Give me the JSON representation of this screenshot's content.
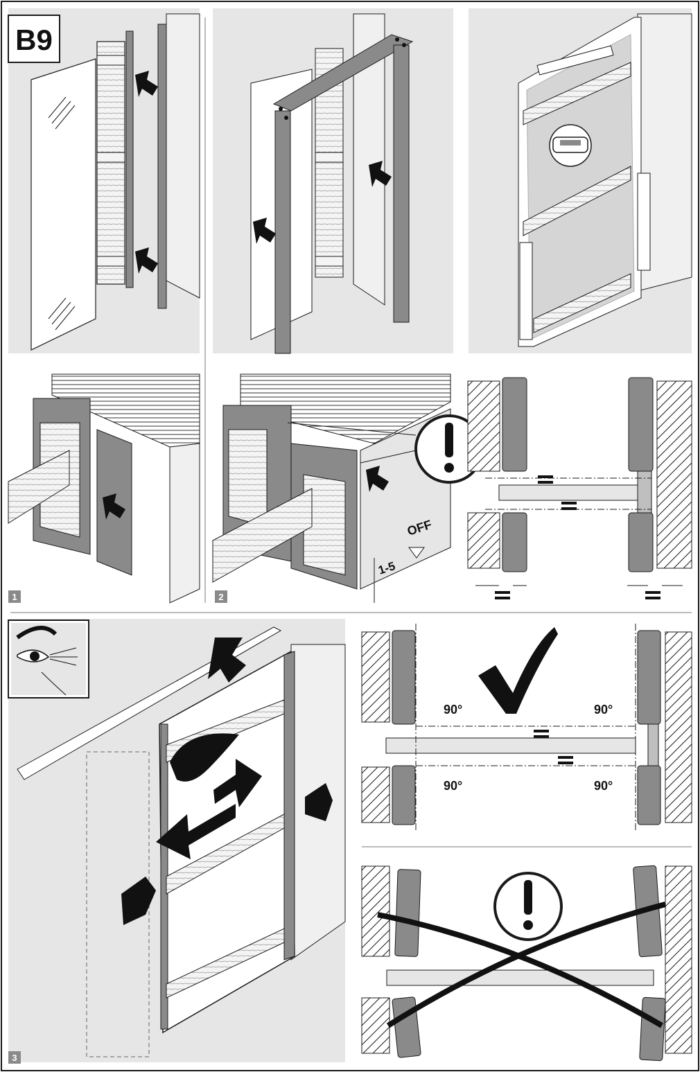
{
  "page": {
    "code": "B9",
    "steps": [
      "1",
      "2",
      "3"
    ]
  },
  "labels": {
    "gap_range": "1-5",
    "floor_off": "OFF",
    "angle": "90°"
  },
  "colors": {
    "panel_bg": "#e6e6e6",
    "frame": "#8a8a8a",
    "line": "#1a1a1a",
    "wall": "#f0f0f0"
  },
  "icons": [
    "push-arrow-icon",
    "warning-icon",
    "checkmark-icon",
    "eye-icon",
    "feather-icon",
    "spirit-level-icon",
    "equal-gap-icon",
    "cross-out-icon"
  ]
}
